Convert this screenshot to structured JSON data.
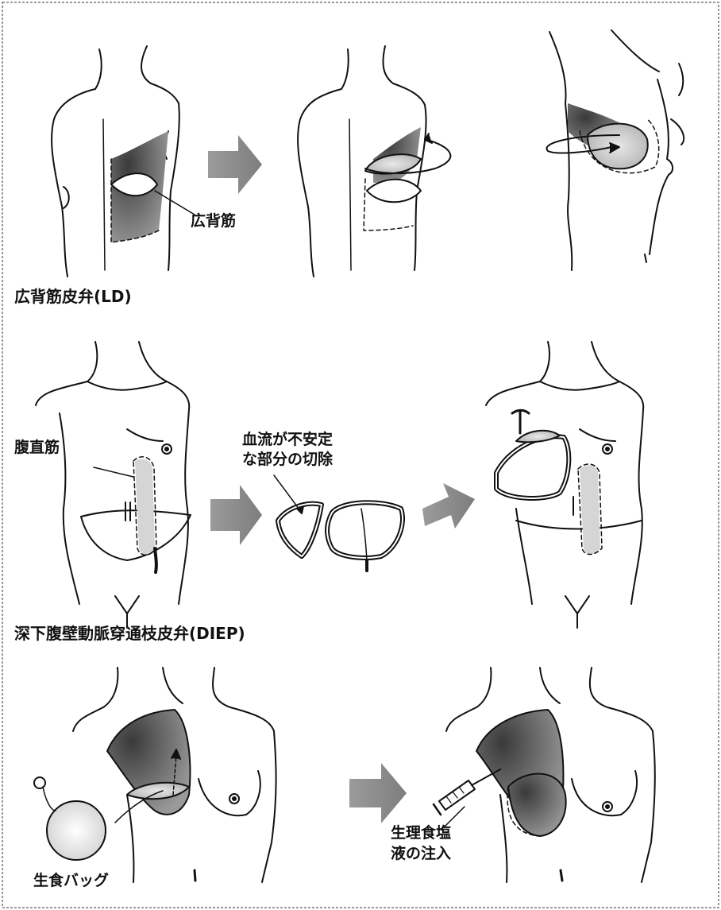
{
  "sections": [
    {
      "caption": "広背筋皮弁(LD)",
      "labels": [
        "広背筋"
      ]
    },
    {
      "caption": "深下腹壁動脈穿通枝皮弁(DIEP)",
      "labels": [
        "腹直筋",
        "血流が不安定",
        "な部分の切除"
      ]
    },
    {
      "labels": [
        "生食バッグ",
        "生理食塩",
        "液の注入"
      ]
    }
  ],
  "colors": {
    "line": "#111111",
    "shade_dark": "#4a4a4a",
    "shade_light": "#bdbdbd",
    "arrow": "#8c8c8c",
    "frame": "#999999"
  }
}
